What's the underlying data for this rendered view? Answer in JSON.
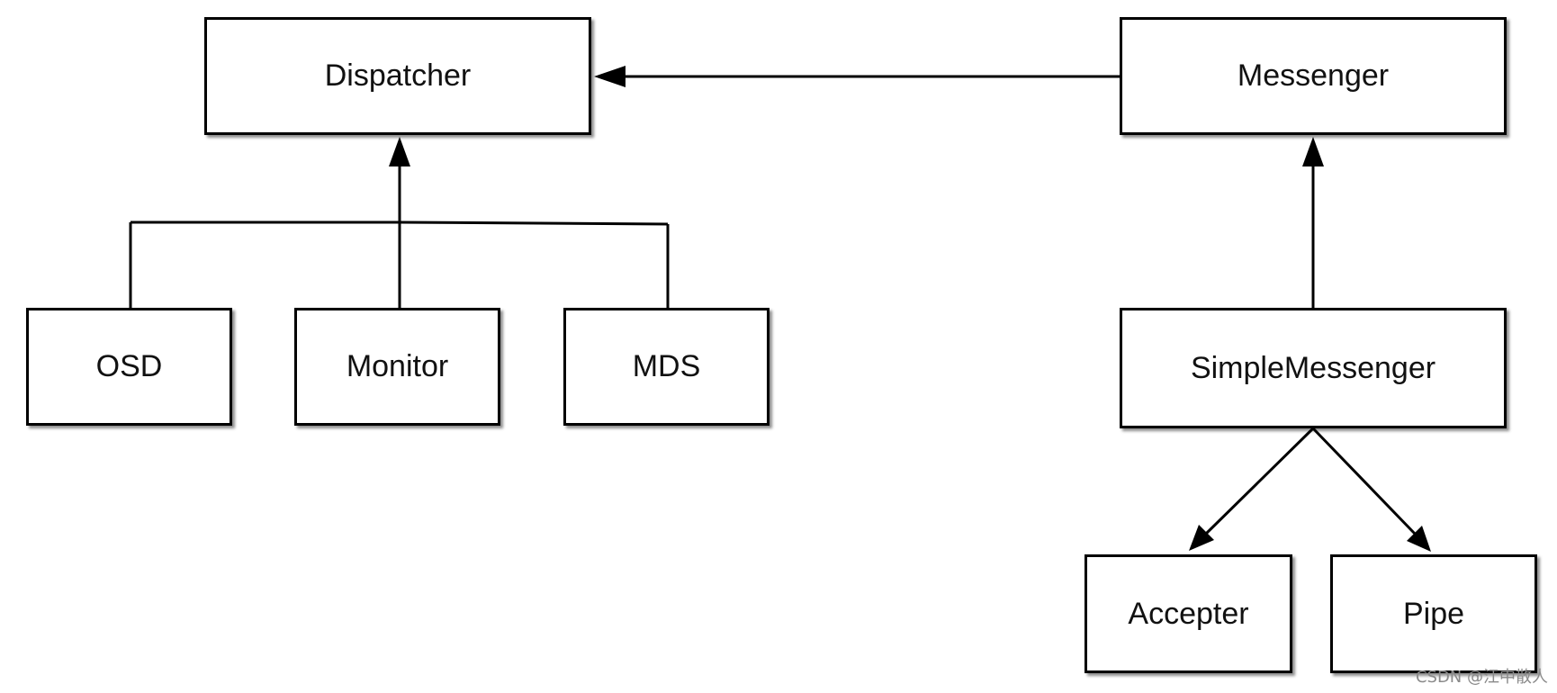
{
  "nodes": {
    "dispatcher": "Dispatcher",
    "messenger": "Messenger",
    "osd": "OSD",
    "monitor": "Monitor",
    "mds": "MDS",
    "simple_messenger": "SimpleMessenger",
    "accepter": "Accepter",
    "pipe": "Pipe"
  },
  "edges": [
    {
      "from": "messenger",
      "to": "dispatcher",
      "arrow": "filled"
    },
    {
      "from": "osd",
      "to": "dispatcher",
      "arrow": "filled"
    },
    {
      "from": "monitor",
      "to": "dispatcher",
      "arrow": "filled"
    },
    {
      "from": "mds",
      "to": "dispatcher",
      "arrow": "filled"
    },
    {
      "from": "simple_messenger",
      "to": "messenger",
      "arrow": "filled"
    },
    {
      "from": "simple_messenger",
      "to": "accepter",
      "arrow": "filled"
    },
    {
      "from": "simple_messenger",
      "to": "pipe",
      "arrow": "filled"
    }
  ],
  "watermark": "CSDN @江中散人",
  "colors": {
    "stroke": "#000000",
    "fill": "#ffffff",
    "watermark": "#8a8a8a"
  }
}
